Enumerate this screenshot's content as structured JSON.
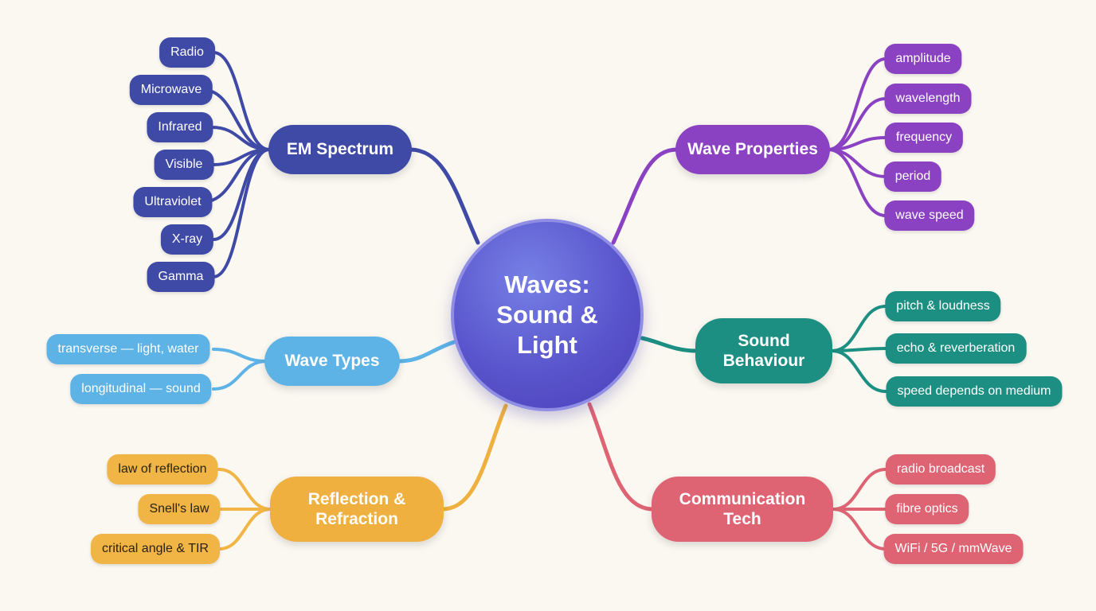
{
  "center": {
    "lines": [
      "Waves:",
      "Sound &",
      "Light"
    ]
  },
  "branches": {
    "em": {
      "label": "EM Spectrum",
      "color": "#3f4aa6",
      "children": [
        "Radio",
        "Microwave",
        "Infrared",
        "Visible",
        "Ultraviolet",
        "X-ray",
        "Gamma"
      ]
    },
    "types": {
      "label": "Wave Types",
      "color": "#5db3e6",
      "children": [
        "transverse — light, water",
        "longitudinal — sound"
      ]
    },
    "reflection": {
      "label_lines": [
        "Reflection &",
        "Refraction"
      ],
      "color": "#efb03f",
      "leaf_color": "#f0b545",
      "children": [
        "law of reflection",
        "Snell's law",
        "critical angle & TIR"
      ]
    },
    "properties": {
      "label": "Wave Properties",
      "color": "#8b42c2",
      "children": [
        "amplitude",
        "wavelength",
        "frequency",
        "period",
        "wave speed"
      ]
    },
    "sound": {
      "label_lines": [
        "Sound",
        "Behaviour"
      ],
      "color": "#1c8f82",
      "children": [
        "pitch & loudness",
        "echo & reverberation",
        "speed depends on medium"
      ]
    },
    "comms": {
      "label_lines": [
        "Communication",
        "Tech"
      ],
      "color": "#de6473",
      "children": [
        "radio broadcast",
        "fibre optics",
        "WiFi / 5G / mmWave"
      ]
    }
  }
}
